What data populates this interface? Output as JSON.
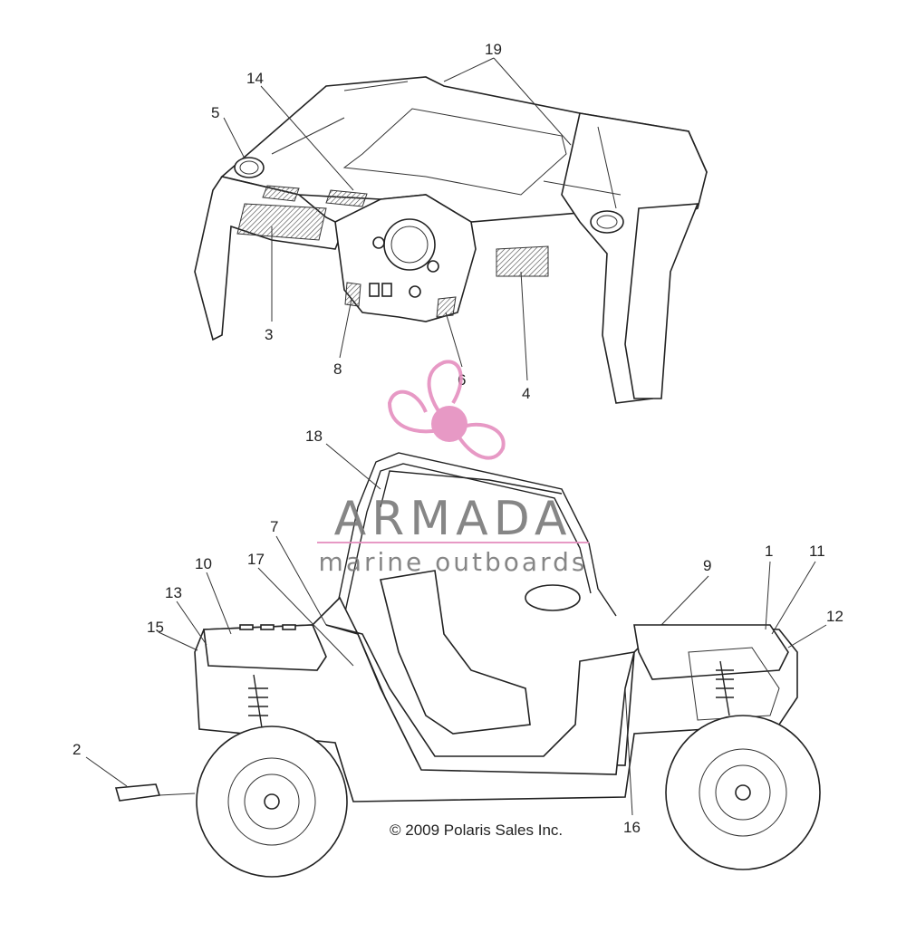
{
  "callouts": [
    {
      "id": "c1",
      "label": "1"
    },
    {
      "id": "c2",
      "label": "2"
    },
    {
      "id": "c3",
      "label": "3"
    },
    {
      "id": "c4",
      "label": "4"
    },
    {
      "id": "c5",
      "label": "5"
    },
    {
      "id": "c6",
      "label": "6"
    },
    {
      "id": "c7",
      "label": "7"
    },
    {
      "id": "c8",
      "label": "8"
    },
    {
      "id": "c9",
      "label": "9"
    },
    {
      "id": "c10",
      "label": "10"
    },
    {
      "id": "c11",
      "label": "11"
    },
    {
      "id": "c12",
      "label": "12"
    },
    {
      "id": "c13",
      "label": "13"
    },
    {
      "id": "c14",
      "label": "14"
    },
    {
      "id": "c15",
      "label": "15"
    },
    {
      "id": "c16",
      "label": "16"
    },
    {
      "id": "c17",
      "label": "17"
    },
    {
      "id": "c18",
      "label": "18"
    },
    {
      "id": "c19",
      "label": "19"
    }
  ],
  "copyright": "© 2009 Polaris Sales Inc.",
  "watermark": {
    "brand": "ARMADA",
    "tagline": "marine outboards",
    "brand_color": "#7a7a7a",
    "accent_color": "#e58fbf"
  }
}
